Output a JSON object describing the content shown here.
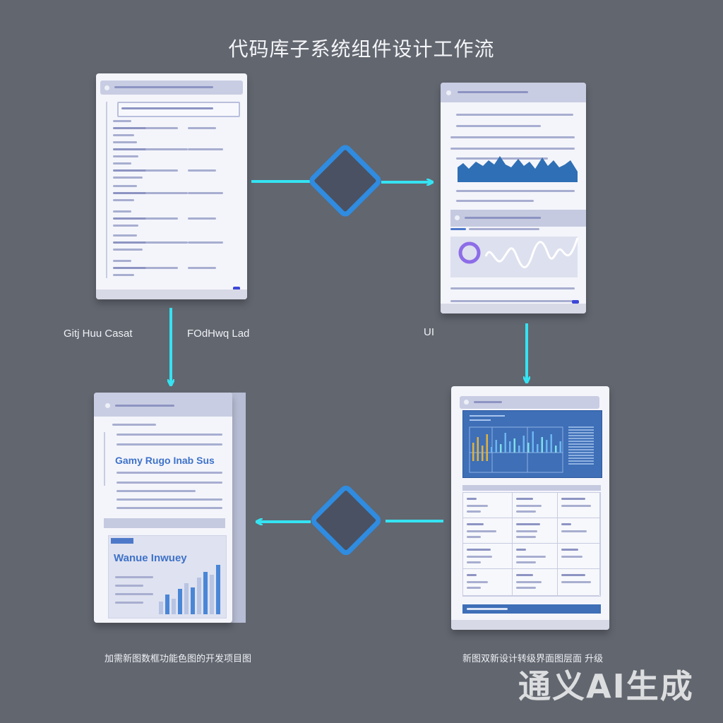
{
  "diagram": {
    "title": "代码库子系统组件设计工作流",
    "captions": {
      "left_a": "Gitj Huu Casat",
      "left_b": "FOdHwq Lad",
      "right": "UI",
      "bottom_left": "加需新图数框功能色图的开发项目图",
      "bottom_right": "新图双新设计转级界面图层面 升级"
    },
    "card_texts": {
      "bottom_left_heading": "Gamy Rugo Inab Sus",
      "bottom_left_chart_title": "Wanue Inwuey"
    },
    "watermark": "通义AI生成",
    "colors": {
      "background": "#62666f",
      "arrow": "#35e3f2",
      "diamond": "#2f8ce0",
      "card": "#f4f5fb",
      "accent_blue": "#3e6fb7"
    }
  }
}
